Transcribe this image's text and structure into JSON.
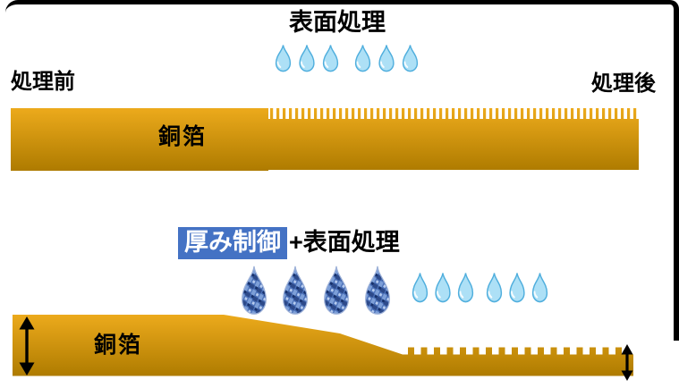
{
  "top_panel": {
    "title": "表面処理",
    "before_label": "処理前",
    "after_label": "処理後",
    "foil_label": "銅箔",
    "light_drop_count": 6
  },
  "bottom_panel": {
    "highlight_label": "厚み制御",
    "title_rest": "+表面処理",
    "foil_label": "銅箔",
    "dark_drop_count": 4,
    "light_drop_count": 6
  },
  "colors": {
    "foil_light": "#ECAA1C",
    "foil_dark": "#AE7B00",
    "highlight_bg": "#4472C4",
    "highlight_text": "#FFFFFF",
    "drop_fill": "#ADE0F6",
    "drop_stroke": "#4FAEDD",
    "dark_drop_base": "#4A70B8",
    "border": "#000000",
    "arrow": "#000000"
  }
}
